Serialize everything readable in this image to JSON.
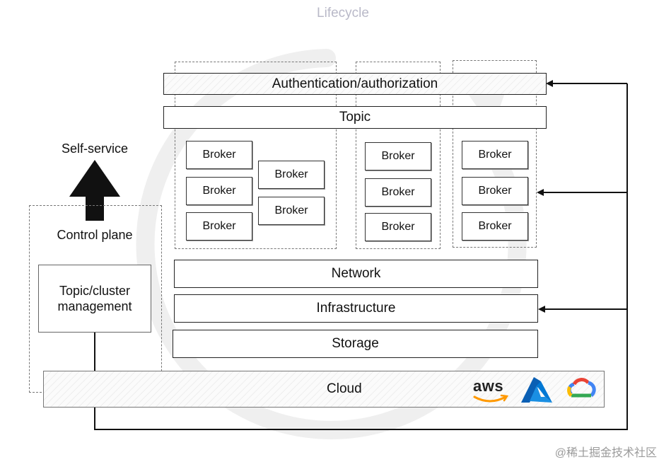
{
  "title": "Lifecycle",
  "layers": {
    "auth": "Authentication/authorization",
    "topic": "Topic",
    "network": "Network",
    "infrastructure": "Infrastructure",
    "storage": "Storage",
    "cloud": "Cloud"
  },
  "broker_label": "Broker",
  "control": {
    "self_service": "Self-service",
    "control_plane": "Control plane",
    "management": "Topic/cluster management"
  },
  "cloud_logos": {
    "aws": "aws"
  },
  "watermark": "@稀土掘金技术社区",
  "colors": {
    "lifecycle_ring": "#eeeeee",
    "aws_orange": "#ff9900",
    "azure_blue": "#0078d4",
    "gcp_blue": "#4285f4",
    "gcp_red": "#ea4335",
    "gcp_yellow": "#fbbc05",
    "gcp_green": "#34a853"
  }
}
